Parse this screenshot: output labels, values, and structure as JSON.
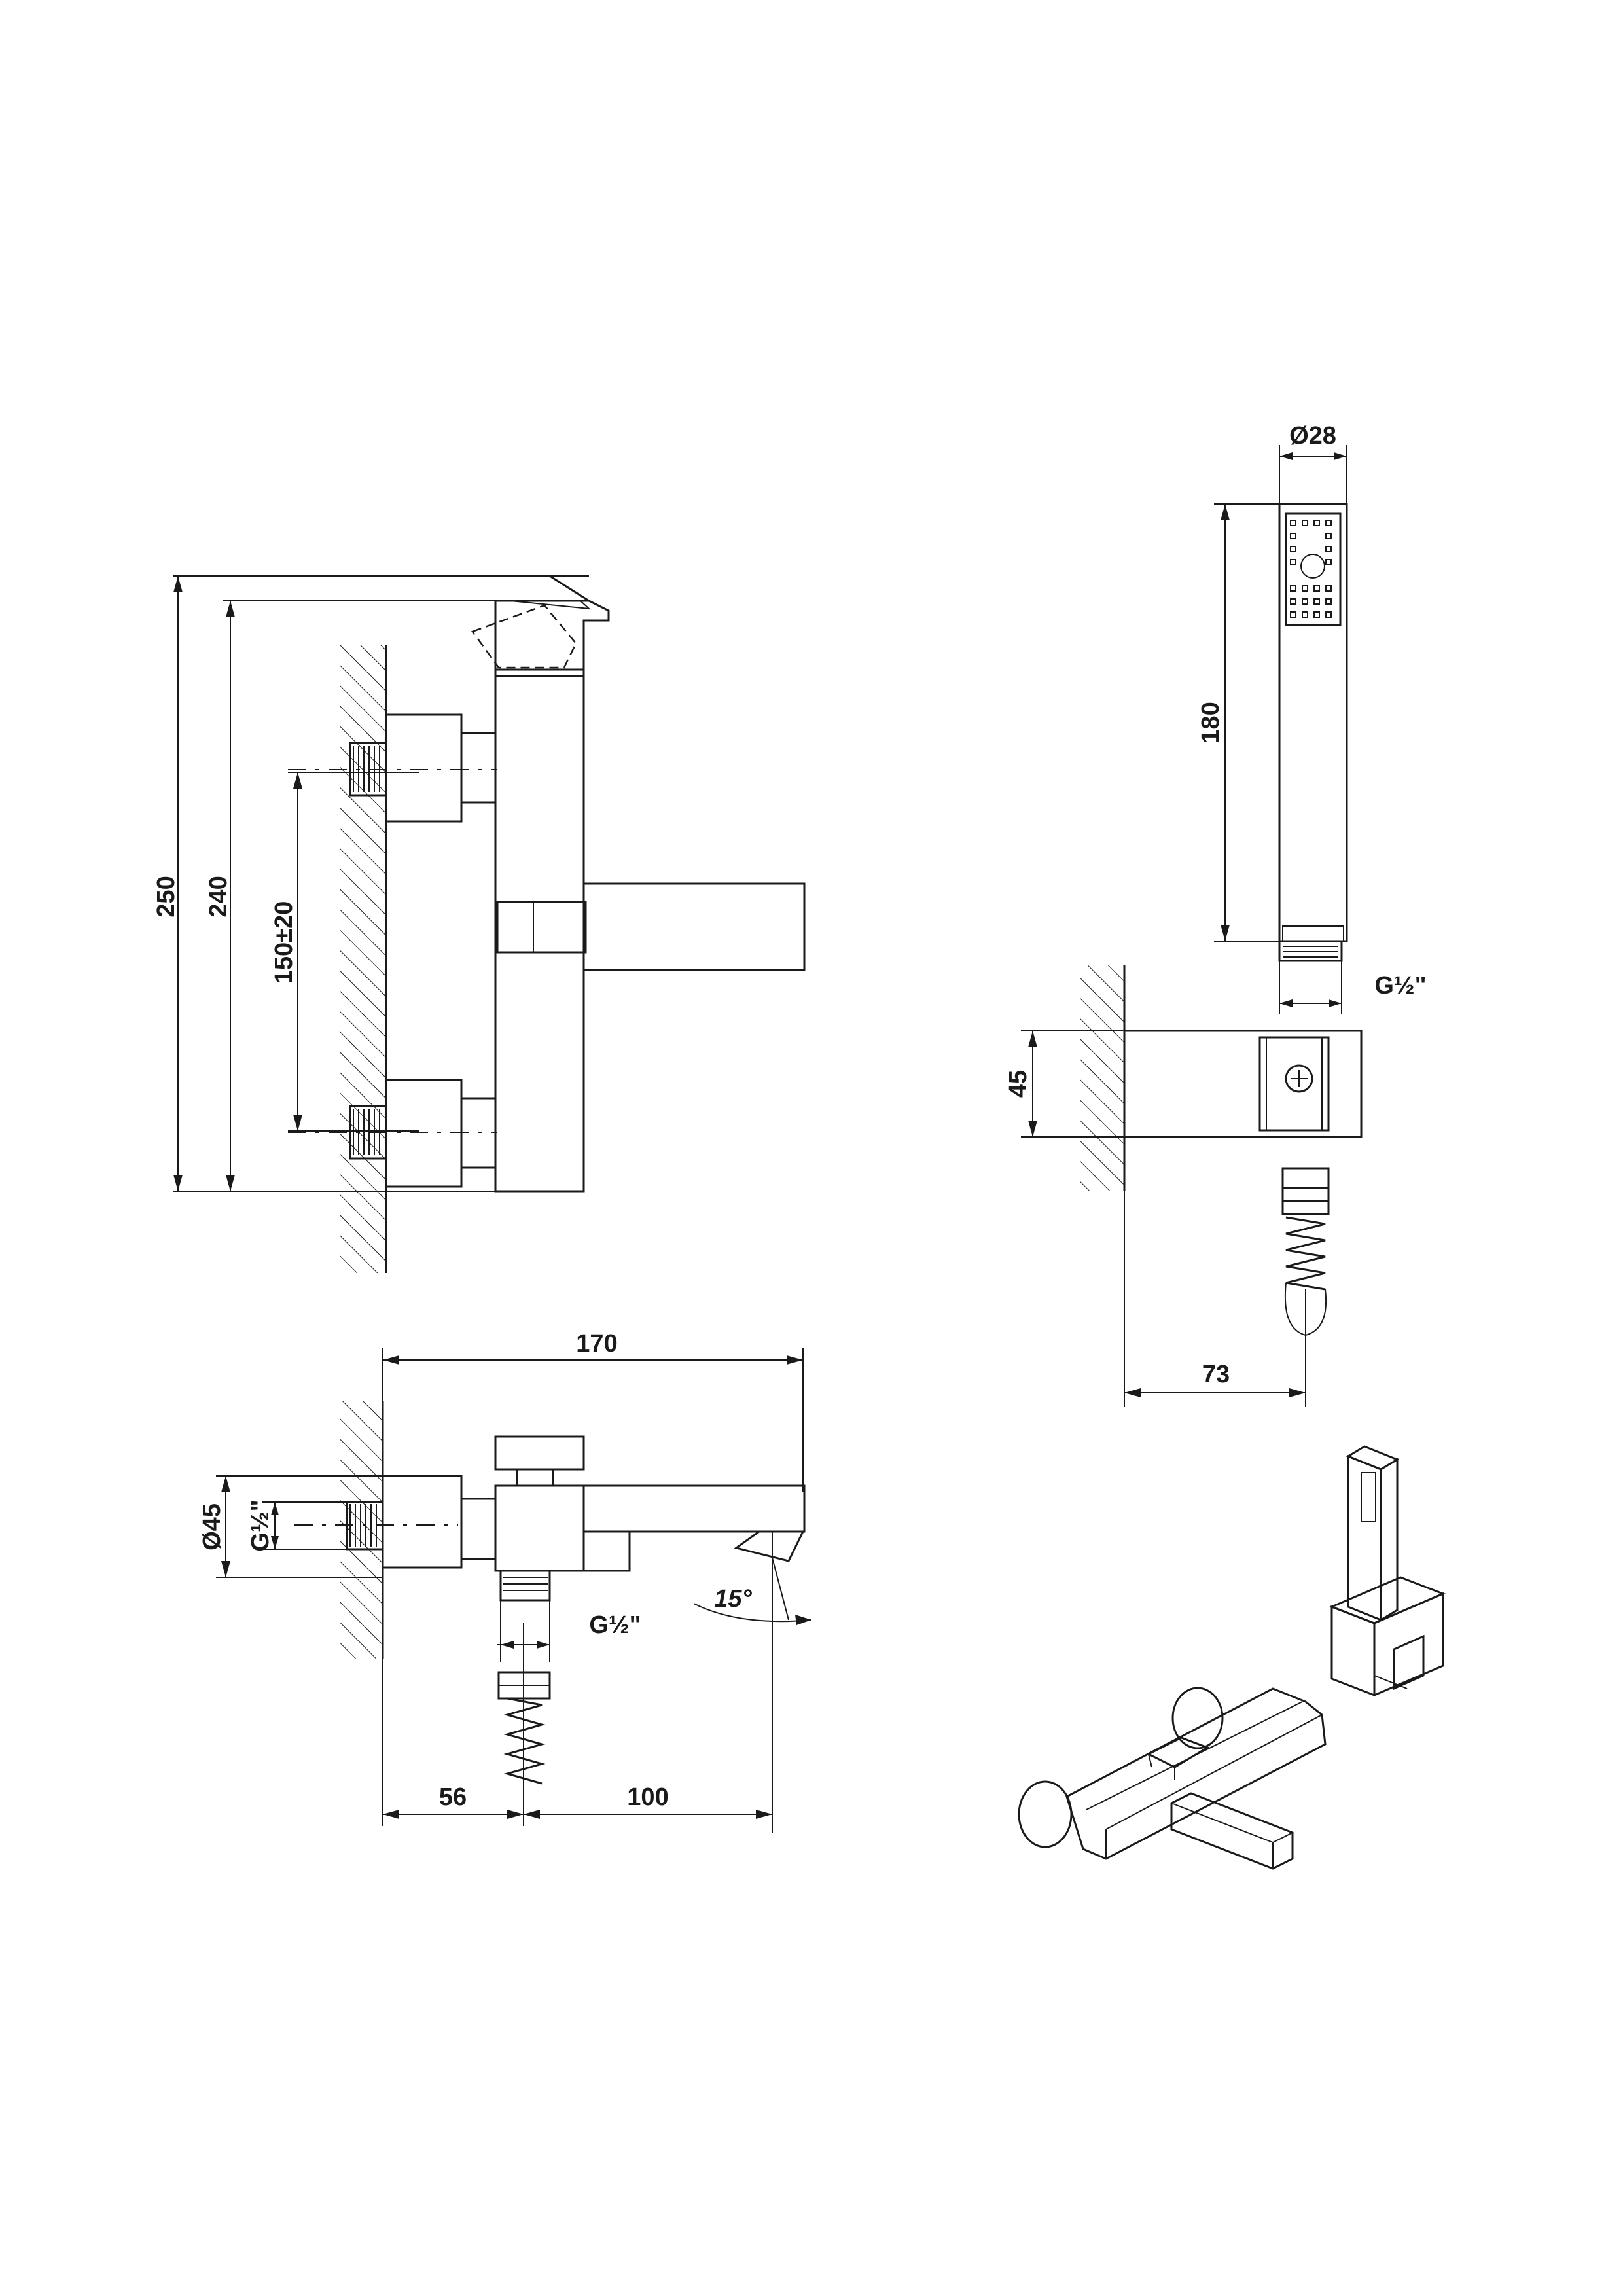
{
  "dimensions": {
    "overall_height": "250",
    "body_height": "240",
    "inlet_spacing": "150±20",
    "depth": "170",
    "inlet_diameter": "Ø45",
    "inlet_thread": "G½\"",
    "outlet_thread": "G½\"",
    "spout_angle": "15°",
    "left_offset": "56",
    "spout_reach": "100",
    "handshower_diameter": "Ø28",
    "handshower_length": "180",
    "handshower_thread": "G½\"",
    "holder_height": "45",
    "holder_projection": "73"
  },
  "views": [
    "front-elevation",
    "top-plan",
    "hand-shower-side",
    "holder-side",
    "isometric"
  ]
}
